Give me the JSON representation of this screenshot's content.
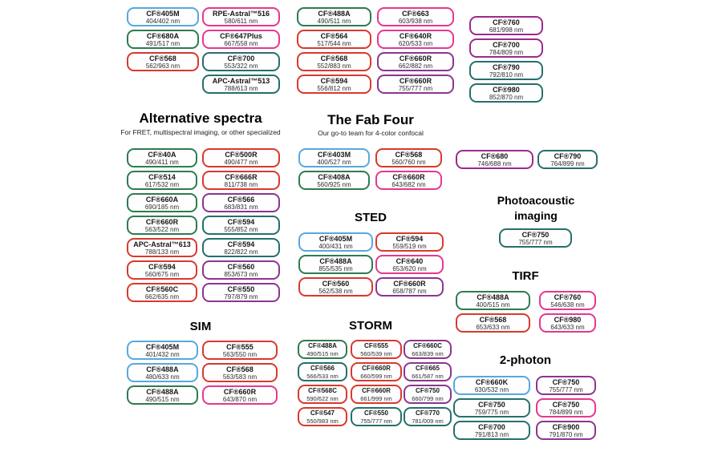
{
  "palette": {
    "blue": "#58a8dd",
    "green": "#2e7b50",
    "teal": "#266f6b",
    "red": "#d9392d",
    "pink": "#e6378f",
    "purple": "#8c3590",
    "magenta": "#9c2a8c"
  },
  "sections": {
    "alt": {
      "title": "Alternative spectra",
      "subtitle": "For FRET, multispectral imaging, or other specialized"
    },
    "fab": {
      "title": "The Fab Four",
      "subtitle": "Our go-to team for 4-color confocal"
    },
    "sted": {
      "title": "STED"
    },
    "sim": {
      "title": "SIM"
    },
    "storm": {
      "title": "STORM"
    },
    "photoacoustic": {
      "title": "Photoacoustic imaging"
    },
    "tirf": {
      "title": "TIRF"
    },
    "twophoton": {
      "title": "2-photon"
    }
  },
  "columns": {
    "top_a1": [
      {
        "name": "CF®405M",
        "range": "404/402 nm",
        "color": "blue"
      },
      {
        "name": "CF®680A",
        "range": "491/517 nm",
        "color": "green"
      },
      {
        "name": "CF®568",
        "range": "562/963 nm",
        "color": "red"
      }
    ],
    "top_a2": [
      {
        "name": "RPE-Astral™516",
        "range": "580/611 nm",
        "color": "pink"
      },
      {
        "name": "CF®647Plus",
        "range": "667/558 nm",
        "color": "pink"
      },
      {
        "name": "CF®700",
        "range": "553/322 nm",
        "color": "teal"
      },
      {
        "name": "APC-Astral™513",
        "range": "788/613 nm",
        "color": "teal"
      }
    ],
    "top_b1": [
      {
        "name": "CF®488A",
        "range": "490/511 nm",
        "color": "green"
      },
      {
        "name": "CF®564",
        "range": "517/544 nm",
        "color": "red"
      },
      {
        "name": "CF®568",
        "range": "552/883 nm",
        "color": "red"
      },
      {
        "name": "CF®594",
        "range": "556/812 nm",
        "color": "red"
      }
    ],
    "top_b2": [
      {
        "name": "CF®663",
        "range": "603/938 nm",
        "color": "pink"
      },
      {
        "name": "CF®640R",
        "range": "620/533 nm",
        "color": "pink"
      },
      {
        "name": "CF®660R",
        "range": "662/882 nm",
        "color": "purple"
      },
      {
        "name": "CF®660R",
        "range": "755/777 nm",
        "color": "purple"
      }
    ],
    "top_c": [
      {
        "name": "CF®760",
        "range": "681/998 nm",
        "color": "magenta"
      },
      {
        "name": "CF®700",
        "range": "784/809 nm",
        "color": "magenta"
      },
      {
        "name": "CF®790",
        "range": "792/810 nm",
        "color": "teal"
      },
      {
        "name": "CF®980",
        "range": "852/870 nm",
        "color": "teal"
      }
    ],
    "alt_1": [
      {
        "name": "CF®40A",
        "range": "490/411 nm",
        "color": "green"
      },
      {
        "name": "CF®514",
        "range": "617/532 nm",
        "color": "green"
      },
      {
        "name": "CF®660A",
        "range": "690/185 nm",
        "color": "green"
      },
      {
        "name": "CF®660R",
        "range": "563/522 nm",
        "color": "green"
      },
      {
        "name": "APC-Astral™613",
        "range": "788/133 nm",
        "color": "red"
      },
      {
        "name": "CF®594",
        "range": "560/675 nm",
        "color": "red"
      },
      {
        "name": "CF®560C",
        "range": "662/635 nm",
        "color": "red"
      }
    ],
    "alt_2": [
      {
        "name": "CF®500R",
        "range": "490/477 nm",
        "color": "red"
      },
      {
        "name": "CF®666R",
        "range": "811/738 nm",
        "color": "red"
      },
      {
        "name": "CF®566",
        "range": "683/831 nm",
        "color": "purple"
      },
      {
        "name": "CF®594",
        "range": "555/852 nm",
        "color": "teal"
      },
      {
        "name": "CF®594",
        "range": "822/822 nm",
        "color": "teal"
      },
      {
        "name": "CF®560",
        "range": "853/673 nm",
        "color": "purple"
      },
      {
        "name": "CF®550",
        "range": "797/879 nm",
        "color": "purple"
      }
    ],
    "fab_1": [
      {
        "name": "CF®403M",
        "range": "400/527 nm",
        "color": "blue"
      },
      {
        "name": "CF®408A",
        "range": "560/925 nm",
        "color": "green"
      }
    ],
    "fab_2": [
      {
        "name": "CF®568",
        "range": "560/760 nm",
        "color": "red"
      },
      {
        "name": "CF®660R",
        "range": "643/682 nm",
        "color": "pink"
      }
    ],
    "right_a": [
      {
        "name": "CF®680",
        "range": "746/688 nm",
        "color": "magenta"
      }
    ],
    "right_b": [
      {
        "name": "CF®790",
        "range": "764/899 nm",
        "color": "teal"
      }
    ],
    "sted_1": [
      {
        "name": "CF®405M",
        "range": "400/431 nm",
        "color": "blue"
      },
      {
        "name": "CF®488A",
        "range": "855/535 nm",
        "color": "green"
      },
      {
        "name": "CF®560",
        "range": "562/538 nm",
        "color": "red"
      }
    ],
    "sted_2": [
      {
        "name": "CF®594",
        "range": "559/519 nm",
        "color": "red"
      },
      {
        "name": "CF®640",
        "range": "653/620 nm",
        "color": "pink"
      },
      {
        "name": "CF®660R",
        "range": "658/787 nm",
        "color": "purple"
      }
    ],
    "pa_1": [
      {
        "name": "CF®750",
        "range": "755/777 nm",
        "color": "teal"
      }
    ],
    "sim_1": [
      {
        "name": "CF®405M",
        "range": "401/432 nm",
        "color": "blue"
      },
      {
        "name": "CF®488A",
        "range": "480/633 nm",
        "color": "blue"
      },
      {
        "name": "CF®488A",
        "range": "490/515 nm",
        "color": "green"
      }
    ],
    "sim_2": [
      {
        "name": "CF®555",
        "range": "563/550 nm",
        "color": "red"
      },
      {
        "name": "CF®568",
        "range": "563/583 nm",
        "color": "red"
      },
      {
        "name": "CF®660R",
        "range": "643/870 nm",
        "color": "pink"
      }
    ],
    "storm_1": [
      {
        "name": "CF®488A",
        "range": "490/515 nm",
        "color": "green"
      },
      {
        "name": "CF®566",
        "range": "566/533 nm",
        "color": "teal"
      },
      {
        "name": "CF®568C",
        "range": "590/622 nm",
        "color": "red"
      },
      {
        "name": "CF®547",
        "range": "550/983 nm",
        "color": "red"
      }
    ],
    "storm_2": [
      {
        "name": "CF®555",
        "range": "560/539 nm",
        "color": "red"
      },
      {
        "name": "CF®660R",
        "range": "660/599 nm",
        "color": "red"
      },
      {
        "name": "CF®660R",
        "range": "661/999 nm",
        "color": "red"
      },
      {
        "name": "CF®550",
        "range": "755/777 nm",
        "color": "teal"
      }
    ],
    "storm_3": [
      {
        "name": "CF®660C",
        "range": "663/839 nm",
        "color": "purple"
      },
      {
        "name": "CF®665",
        "range": "661/587 nm",
        "color": "purple"
      },
      {
        "name": "CF®750",
        "range": "660/799 nm",
        "color": "purple"
      },
      {
        "name": "CF®770",
        "range": "781/009 nm",
        "color": "teal"
      }
    ],
    "tirf_1": [
      {
        "name": "CF®488A",
        "range": "400/515 nm",
        "color": "green"
      },
      {
        "name": "CF®568",
        "range": "653/633 nm",
        "color": "red"
      }
    ],
    "tirf_2": [
      {
        "name": "CF®760",
        "range": "546/638 nm",
        "color": "pink"
      },
      {
        "name": "CF®980",
        "range": "643/633 nm",
        "color": "pink"
      }
    ],
    "tp_1": [
      {
        "name": "CF®660K",
        "range": "630/532 nm",
        "color": "blue"
      },
      {
        "name": "CF®750",
        "range": "759/775 nm",
        "color": "teal"
      },
      {
        "name": "CF®700",
        "range": "791/813 nm",
        "color": "teal"
      }
    ],
    "tp_2": [
      {
        "name": "CF®750",
        "range": "755/777 nm",
        "color": "purple"
      },
      {
        "name": "CF®750",
        "range": "784/899 nm",
        "color": "pink"
      },
      {
        "name": "CF®900",
        "range": "791/870 nm",
        "color": "purple"
      }
    ]
  }
}
